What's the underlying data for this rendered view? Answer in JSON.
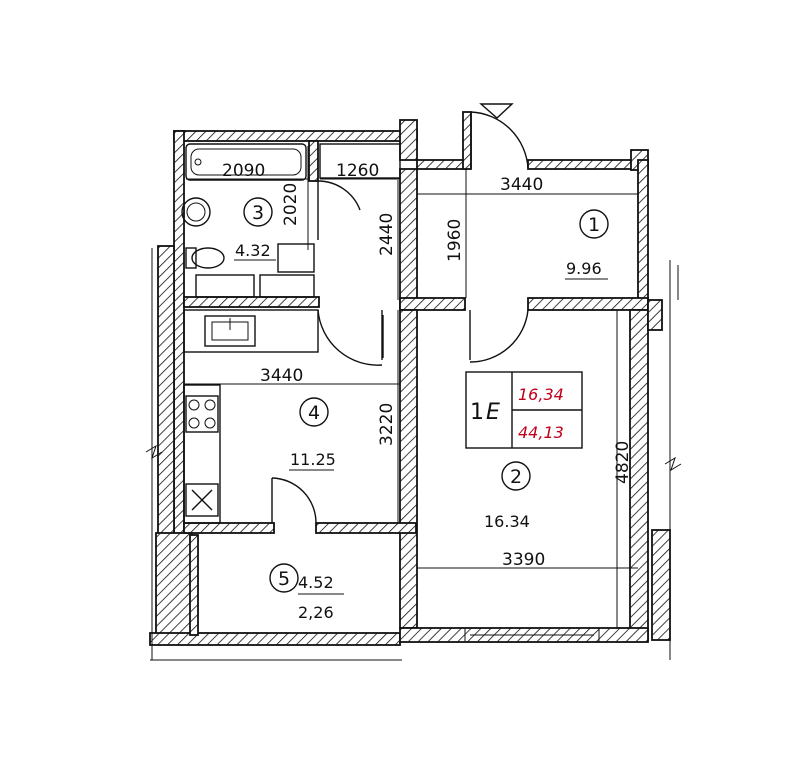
{
  "plan": {
    "dimensions": {
      "bath_w": "2090",
      "wc_w": "1260",
      "bath_h": "2020",
      "corridor_h": "2440",
      "hall_w": "3440",
      "hall_h": "1960",
      "kitchen_w": "3440",
      "kitchen_h": "3220",
      "living_h": "4820",
      "living_w": "3390"
    },
    "rooms": [
      {
        "num": "1",
        "area": "9.96"
      },
      {
        "num": "2",
        "area": "16.34"
      },
      {
        "num": "3",
        "area": "4.32"
      },
      {
        "num": "4",
        "area": "11.25"
      },
      {
        "num": "5",
        "area": "4.52",
        "area2": "2,26"
      }
    ],
    "unit_box": {
      "label": "1",
      "letter": "E",
      "living_area": "16,34",
      "total_area": "44,13",
      "highlight_color": "#c0001a"
    }
  }
}
